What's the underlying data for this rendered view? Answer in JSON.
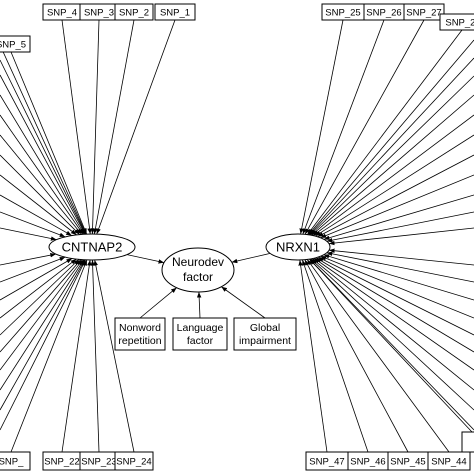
{
  "genes": {
    "left": "CNTNAP2",
    "right": "NRXN1"
  },
  "center_factor": {
    "lines": [
      "Neurodev",
      "factor"
    ]
  },
  "indicators": [
    {
      "lines": [
        "Nonword",
        "repetition"
      ]
    },
    {
      "lines": [
        "Language",
        "factor"
      ]
    },
    {
      "lines": [
        "Global",
        "impairment"
      ]
    }
  ],
  "snps": {
    "left_top": [
      "SNP_5",
      "SNP_4",
      "SNP_3",
      "SNP_2",
      "SNP_1"
    ],
    "left_bottom": [
      "SNP_",
      "SNP_22",
      "SNP_23",
      "SNP_24"
    ],
    "right_top": [
      "SNP_25",
      "SNP_26",
      "SNP_27",
      "SNP_2("
    ],
    "right_bottom": [
      "SNP_47",
      "SNP_46",
      "SNP_45",
      "SNP_44",
      ""
    ]
  }
}
